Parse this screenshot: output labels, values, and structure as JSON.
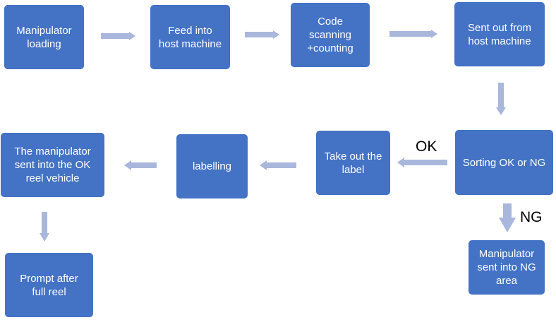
{
  "colors": {
    "box_fill": "#4472C4",
    "box_text": "#FFFFFF",
    "arrow": "#A9B7DC",
    "label_text": "#000000"
  },
  "steps": {
    "manipulator_loading": "Manipulator\nloading",
    "feed_into_host": "Feed into\nhost machine",
    "code_scanning": "Code\nscanning\n+counting",
    "sent_out_from_host": "Sent out from\nhost machine",
    "sorting": "Sorting OK or NG",
    "take_out_label": "Take out the\nlabel",
    "labelling": "labelling",
    "manipulator_ok_vehicle": "The manipulator\nsent into the OK\nreel vehicle",
    "prompt_full_reel": "Prompt after\nfull reel",
    "manipulator_ng_area": "Manipulator\nsent into NG\narea"
  },
  "branch_labels": {
    "ok": "OK",
    "ng": "NG"
  }
}
